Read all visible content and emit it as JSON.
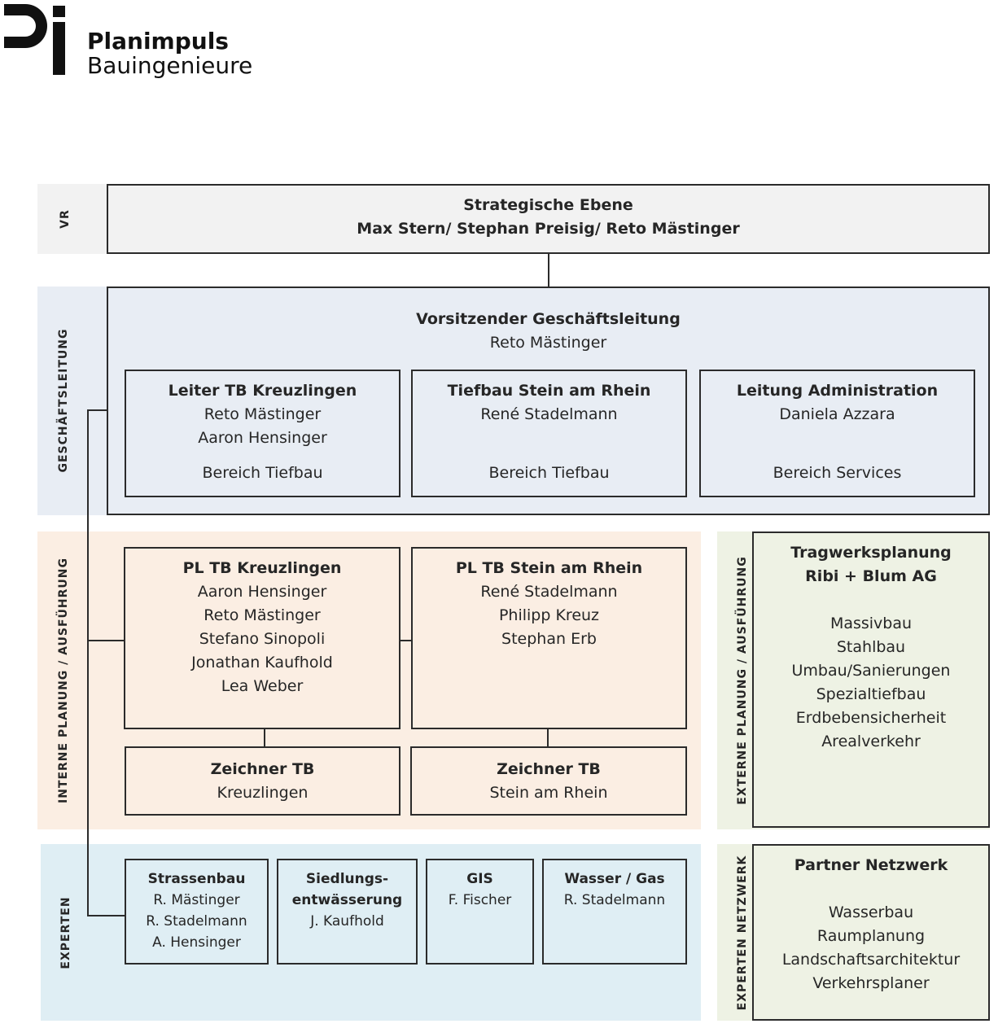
{
  "logo": {
    "line1": "Planimpuls",
    "line2": "Bauingenieure"
  },
  "bands": {
    "vr": "VR",
    "gl": "GESCHÄFTSLEITUNG",
    "intern": "INTERNE PLANUNG / AUSFÜHRUNG",
    "experten": "EXPERTEN",
    "extern": "EXTERNE PLANUNG / AUSFÜHRUNG",
    "netzwerk": "EXPERTEN NETZWERK"
  },
  "strategic": {
    "title": "Strategische Ebene",
    "names": "Max Stern/ Stephan Preisig/ Reto Mästinger"
  },
  "ceo": {
    "title": "Vorsitzender Geschäftsleitung",
    "name": "Reto Mästinger"
  },
  "management": [
    {
      "title": "Leiter TB Kreuzlingen",
      "names": [
        "Reto Mästinger",
        "Aaron Hensinger"
      ],
      "area": "Bereich Tiefbau"
    },
    {
      "title": "Tiefbau Stein am Rhein",
      "names": [
        "René Stadelmann"
      ],
      "area": "Bereich Tiefbau"
    },
    {
      "title": "Leitung Administration",
      "names": [
        "Daniela Azzara"
      ],
      "area": "Bereich Services"
    }
  ],
  "projects": [
    {
      "title": "PL TB Kreuzlingen",
      "names": [
        "Aaron Hensinger",
        "Reto Mästinger",
        "Stefano Sinopoli",
        "Jonathan Kaufhold",
        "Lea Weber"
      ]
    },
    {
      "title": "PL TB Stein am Rhein",
      "names": [
        "René Stadelmann",
        "Philipp Kreuz",
        "Stephan Erb"
      ]
    }
  ],
  "drafters": [
    {
      "title": "Zeichner TB",
      "place": "Kreuzlingen"
    },
    {
      "title": "Zeichner TB",
      "place": "Stein am Rhein"
    }
  ],
  "experts": [
    {
      "title": "Strassenbau",
      "names": [
        "R. Mästinger",
        "R. Stadelmann",
        "A. Hensinger"
      ]
    },
    {
      "title1": "Siedlungs-",
      "title2": "entwässerung",
      "names": [
        "J. Kaufhold"
      ]
    },
    {
      "title": "GIS",
      "names": [
        "F. Fischer"
      ]
    },
    {
      "title": "Wasser / Gas",
      "names": [
        "R. Stadelmann"
      ]
    }
  ],
  "external": {
    "title1": "Tragwerksplanung",
    "title2": "Ribi + Blum AG",
    "items": [
      "Massivbau",
      "Stahlbau",
      "Umbau/Sanierungen",
      "Spezialtiefbau",
      "Erdbebensicherheit",
      "Arealverkehr"
    ]
  },
  "network": {
    "title": "Partner Netzwerk",
    "items": [
      "Wasserbau",
      "Raumplanung",
      "Landschaftsarchitektur",
      "Verkehrsplaner"
    ]
  },
  "colors": {
    "vr_band": "#f2f2f2",
    "gl_band": "#e8edf4",
    "intern_band": "#fbeee3",
    "experten_band": "#dfeef4",
    "extern_band": "#eef2e4",
    "line": "#2b2b2b"
  }
}
